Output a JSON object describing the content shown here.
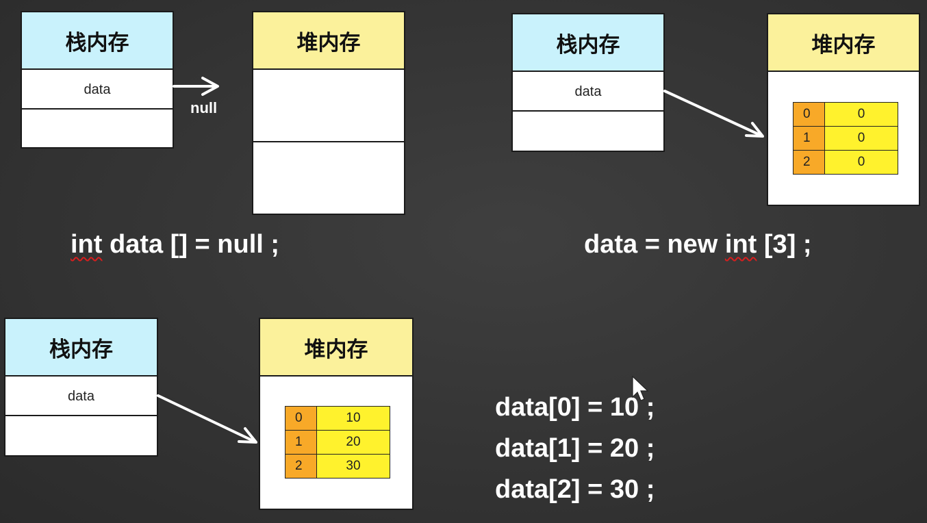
{
  "labels": {
    "stack": "栈内存",
    "heap": "堆内存",
    "var": "data",
    "null": "null"
  },
  "panel1": {
    "code_type": "int",
    "code_rest": " data [] = null ;"
  },
  "panel2": {
    "code_pre": "data = new ",
    "code_type": "int",
    "code_post": " [3] ;",
    "array": [
      {
        "index": "0",
        "value": "0"
      },
      {
        "index": "1",
        "value": "0"
      },
      {
        "index": "2",
        "value": "0"
      }
    ]
  },
  "panel3": {
    "statements": [
      "data[0] = 10 ;",
      "data[1] = 20 ;",
      "data[2] = 30 ;"
    ],
    "array": [
      {
        "index": "0",
        "value": "10"
      },
      {
        "index": "1",
        "value": "20"
      },
      {
        "index": "2",
        "value": "30"
      }
    ]
  },
  "colors": {
    "stack_header": "#c9f2fc",
    "heap_header": "#fbf19b",
    "index_cell": "#f8a928",
    "value_cell": "#fff22d",
    "background": "#353535",
    "code_text": "#ffffff"
  },
  "icons": [
    "mouse-pointer-icon"
  ]
}
